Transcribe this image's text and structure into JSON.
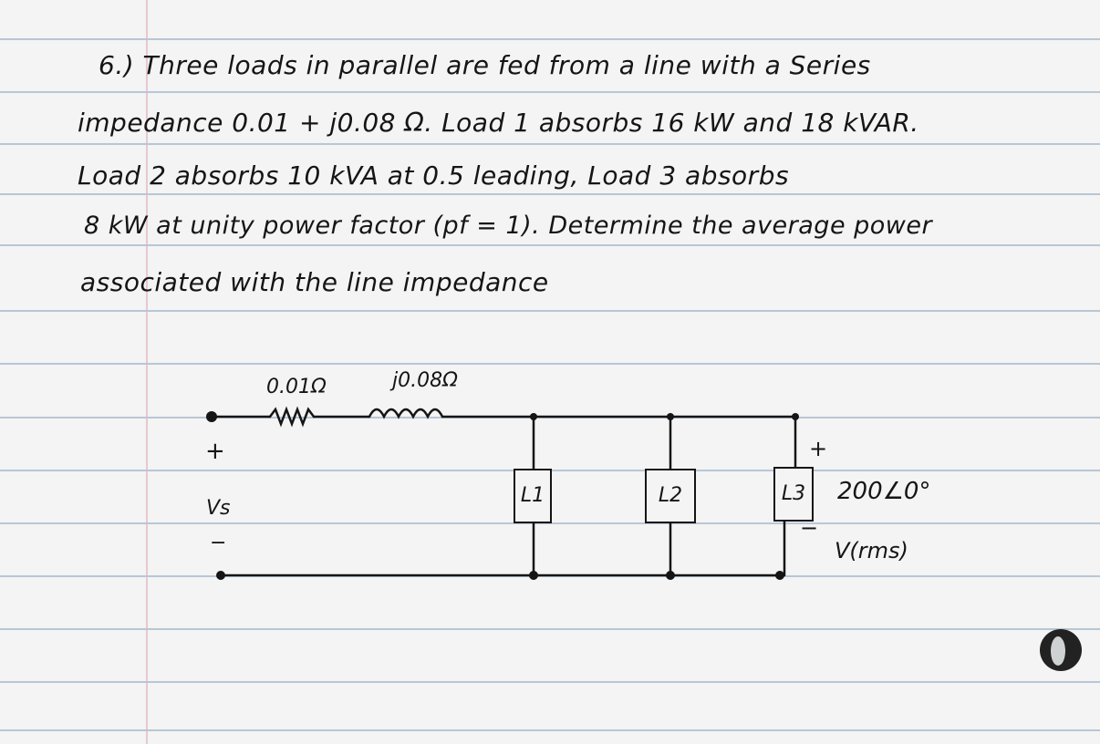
{
  "problem": {
    "lines": [
      "6.) Three loads in parallel are fed from a line with a Series",
      "impedance 0.01 + j0.08 Ω. Load 1 absorbs 16 kW and 18 kVAR.",
      "Load 2 absorbs 10 kVA at 0.5 leading, Load 3 absorbs",
      "8 kW at unity power factor (pf = 1). Determine the average power",
      "associated with the line impedance"
    ]
  },
  "circuit": {
    "resistor_label": "0.01Ω",
    "inductor_label": "j0.08Ω",
    "source_plus": "+",
    "source_label": "Vs",
    "source_minus": "−",
    "loads": [
      "L1",
      "L2",
      "L3"
    ],
    "load3_plus": "+",
    "load3_minus": "−",
    "voltage_value": "200∠0°",
    "voltage_unit": "V(rms)"
  }
}
